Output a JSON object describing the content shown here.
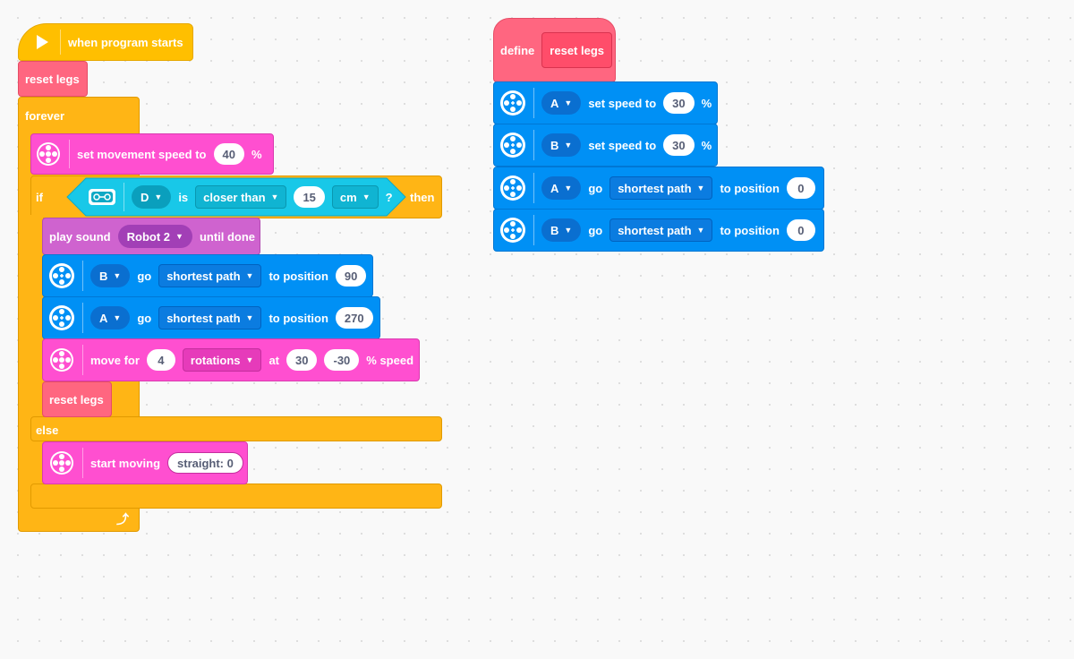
{
  "colors": {
    "control": "#ffb515",
    "events": "#ffbf00",
    "my_blocks": "#ff6680",
    "movement": "#ff4fd0",
    "sound": "#cf63cf",
    "motors": "#0090f5",
    "sensors": "#18c8e8"
  },
  "stack1": {
    "hat": {
      "label": "when program starts",
      "icon": "play-flag-icon"
    },
    "reset_legs_1": "reset legs",
    "forever": "forever",
    "set_speed": {
      "label": "set movement speed to",
      "value": "40",
      "unit": "%"
    },
    "if_block": {
      "if_label": "if",
      "sensor_port": "D",
      "is_label": "is",
      "comparison": "closer than",
      "distance": "15",
      "unit": "cm",
      "question": "?",
      "then_label": "then"
    },
    "play_sound": {
      "label": "play sound",
      "sound": "Robot 2",
      "suffix": "until done"
    },
    "motor_b": {
      "port": "B",
      "go": "go",
      "path": "shortest path",
      "to": "to position",
      "value": "90"
    },
    "motor_a": {
      "port": "A",
      "go": "go",
      "path": "shortest path",
      "to": "to position",
      "value": "270"
    },
    "move_for": {
      "label": "move for",
      "amount": "4",
      "unit": "rotations",
      "at": "at",
      "left": "30",
      "right": "-30",
      "suffix": "% speed"
    },
    "reset_legs_2": "reset legs",
    "else_label": "else",
    "start_moving": {
      "label": "start moving",
      "value": "straight: 0"
    }
  },
  "stack2": {
    "define": "define",
    "proc_name": "reset legs",
    "a_speed": {
      "port": "A",
      "label": "set speed to",
      "value": "30",
      "unit": "%"
    },
    "b_speed": {
      "port": "B",
      "label": "set speed to",
      "value": "30",
      "unit": "%"
    },
    "a_go": {
      "port": "A",
      "go": "go",
      "path": "shortest path",
      "to": "to position",
      "value": "0"
    },
    "b_go": {
      "port": "B",
      "go": "go",
      "path": "shortest path",
      "to": "to position",
      "value": "0"
    }
  }
}
